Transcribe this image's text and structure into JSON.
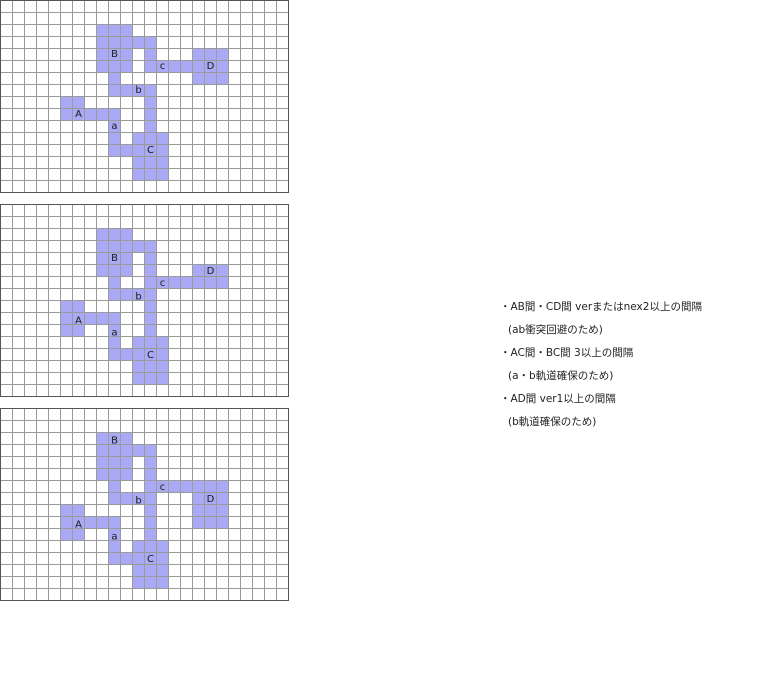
{
  "diagrams": [
    {
      "rooms": [
        {
          "label": "A",
          "cells": [
            [
              5,
              8
            ],
            [
              6,
              8
            ],
            [
              5,
              9
            ],
            [
              6,
              9
            ]
          ]
        },
        {
          "label": "B",
          "cells": [
            [
              8,
              2
            ],
            [
              9,
              2
            ],
            [
              10,
              2
            ],
            [
              8,
              3
            ],
            [
              9,
              3
            ],
            [
              10,
              3
            ],
            [
              8,
              4
            ],
            [
              9,
              4
            ],
            [
              10,
              4
            ],
            [
              8,
              5
            ],
            [
              9,
              5
            ],
            [
              10,
              5
            ]
          ]
        },
        {
          "label": "C",
          "cells": [
            [
              11,
              11
            ],
            [
              12,
              11
            ],
            [
              13,
              11
            ],
            [
              11,
              12
            ],
            [
              12,
              12
            ],
            [
              13,
              12
            ],
            [
              11,
              13
            ],
            [
              12,
              13
            ],
            [
              13,
              13
            ],
            [
              11,
              14
            ],
            [
              12,
              14
            ],
            [
              13,
              14
            ]
          ]
        },
        {
          "label": "D",
          "cells": [
            [
              16,
              4
            ],
            [
              17,
              4
            ],
            [
              18,
              4
            ],
            [
              16,
              5
            ],
            [
              17,
              5
            ],
            [
              18,
              5
            ],
            [
              16,
              6
            ],
            [
              17,
              6
            ],
            [
              18,
              6
            ]
          ]
        }
      ],
      "corridors": [
        {
          "label": "a",
          "cells": [
            [
              7,
              9
            ],
            [
              8,
              9
            ],
            [
              9,
              9
            ],
            [
              9,
              10
            ],
            [
              9,
              11
            ],
            [
              9,
              12
            ],
            [
              10,
              12
            ]
          ]
        },
        {
          "label": "b",
          "cells": [
            [
              9,
              6
            ],
            [
              9,
              7
            ],
            [
              10,
              7
            ],
            [
              11,
              7
            ],
            [
              12,
              7
            ],
            [
              12,
              8
            ],
            [
              12,
              9
            ],
            [
              12,
              10
            ]
          ]
        },
        {
          "label": "c",
          "cells": [
            [
              11,
              3
            ],
            [
              12,
              3
            ],
            [
              12,
              4
            ],
            [
              12,
              5
            ],
            [
              13,
              5
            ],
            [
              14,
              5
            ],
            [
              15,
              5
            ]
          ]
        }
      ],
      "labels": [
        {
          "text": "A",
          "x": 6.5,
          "y": 9.5
        },
        {
          "text": "B",
          "x": 9.5,
          "y": 4.5
        },
        {
          "text": "C",
          "x": 12.5,
          "y": 12.5
        },
        {
          "text": "D",
          "x": 17.5,
          "y": 5.5
        },
        {
          "text": "a",
          "x": 9.5,
          "y": 10.5
        },
        {
          "text": "b",
          "x": 11.5,
          "y": 7.5
        },
        {
          "text": "c",
          "x": 13.5,
          "y": 5.5
        }
      ]
    },
    {
      "rooms": [
        {
          "label": "A",
          "cells": [
            [
              5,
              8
            ],
            [
              6,
              8
            ],
            [
              5,
              9
            ],
            [
              6,
              9
            ],
            [
              5,
              10
            ],
            [
              6,
              10
            ]
          ]
        },
        {
          "label": "B",
          "cells": [
            [
              8,
              2
            ],
            [
              9,
              2
            ],
            [
              10,
              2
            ],
            [
              8,
              3
            ],
            [
              9,
              3
            ],
            [
              10,
              3
            ],
            [
              8,
              4
            ],
            [
              9,
              4
            ],
            [
              10,
              4
            ],
            [
              8,
              5
            ],
            [
              9,
              5
            ],
            [
              10,
              5
            ]
          ]
        },
        {
          "label": "C",
          "cells": [
            [
              11,
              11
            ],
            [
              12,
              11
            ],
            [
              13,
              11
            ],
            [
              11,
              12
            ],
            [
              12,
              12
            ],
            [
              13,
              12
            ],
            [
              11,
              13
            ],
            [
              12,
              13
            ],
            [
              13,
              13
            ],
            [
              11,
              14
            ],
            [
              12,
              14
            ],
            [
              13,
              14
            ]
          ]
        },
        {
          "label": "D",
          "cells": [
            [
              16,
              5
            ],
            [
              17,
              5
            ],
            [
              18,
              5
            ],
            [
              16,
              6
            ],
            [
              17,
              6
            ],
            [
              18,
              6
            ]
          ]
        }
      ],
      "corridors": [
        {
          "label": "a",
          "cells": [
            [
              7,
              9
            ],
            [
              8,
              9
            ],
            [
              9,
              9
            ],
            [
              9,
              10
            ],
            [
              9,
              11
            ],
            [
              9,
              12
            ],
            [
              10,
              12
            ]
          ]
        },
        {
          "label": "b",
          "cells": [
            [
              9,
              6
            ],
            [
              9,
              7
            ],
            [
              10,
              7
            ],
            [
              11,
              7
            ],
            [
              12,
              7
            ],
            [
              12,
              8
            ],
            [
              12,
              9
            ],
            [
              12,
              10
            ]
          ]
        },
        {
          "label": "c",
          "cells": [
            [
              11,
              3
            ],
            [
              12,
              3
            ],
            [
              12,
              4
            ],
            [
              12,
              5
            ],
            [
              12,
              6
            ],
            [
              13,
              6
            ],
            [
              14,
              6
            ],
            [
              15,
              6
            ]
          ]
        }
      ],
      "labels": [
        {
          "text": "A",
          "x": 6.5,
          "y": 9.7
        },
        {
          "text": "B",
          "x": 9.5,
          "y": 4.5
        },
        {
          "text": "C",
          "x": 12.5,
          "y": 12.6
        },
        {
          "text": "D",
          "x": 17.5,
          "y": 5.6
        },
        {
          "text": "a",
          "x": 9.5,
          "y": 10.7
        },
        {
          "text": "b",
          "x": 11.5,
          "y": 7.7
        },
        {
          "text": "c",
          "x": 13.5,
          "y": 6.6
        }
      ]
    },
    {
      "rooms": [
        {
          "label": "A",
          "cells": [
            [
              5,
              8
            ],
            [
              6,
              8
            ],
            [
              5,
              9
            ],
            [
              6,
              9
            ],
            [
              5,
              10
            ],
            [
              6,
              10
            ]
          ]
        },
        {
          "label": "B",
          "cells": [
            [
              8,
              2
            ],
            [
              9,
              2
            ],
            [
              10,
              2
            ],
            [
              8,
              3
            ],
            [
              9,
              3
            ],
            [
              10,
              3
            ],
            [
              8,
              4
            ],
            [
              9,
              4
            ],
            [
              10,
              4
            ],
            [
              8,
              5
            ],
            [
              9,
              5
            ],
            [
              10,
              5
            ]
          ]
        },
        {
          "label": "C",
          "cells": [
            [
              11,
              11
            ],
            [
              12,
              11
            ],
            [
              13,
              11
            ],
            [
              11,
              12
            ],
            [
              12,
              12
            ],
            [
              13,
              12
            ],
            [
              11,
              13
            ],
            [
              12,
              13
            ],
            [
              13,
              13
            ],
            [
              11,
              14
            ],
            [
              12,
              14
            ],
            [
              13,
              14
            ]
          ]
        },
        {
          "label": "D",
          "cells": [
            [
              16,
              6
            ],
            [
              17,
              6
            ],
            [
              18,
              6
            ],
            [
              16,
              7
            ],
            [
              17,
              7
            ],
            [
              18,
              7
            ],
            [
              16,
              8
            ],
            [
              17,
              8
            ],
            [
              18,
              8
            ],
            [
              16,
              9
            ],
            [
              17,
              9
            ],
            [
              18,
              9
            ]
          ]
        }
      ],
      "corridors": [
        {
          "label": "a",
          "cells": [
            [
              7,
              9
            ],
            [
              8,
              9
            ],
            [
              9,
              9
            ],
            [
              9,
              10
            ],
            [
              9,
              11
            ],
            [
              9,
              12
            ],
            [
              10,
              12
            ]
          ]
        },
        {
          "label": "b",
          "cells": [
            [
              9,
              6
            ],
            [
              9,
              7
            ],
            [
              10,
              7
            ],
            [
              11,
              7
            ],
            [
              12,
              7
            ],
            [
              12,
              8
            ],
            [
              12,
              9
            ],
            [
              12,
              10
            ]
          ]
        },
        {
          "label": "c",
          "cells": [
            [
              11,
              3
            ],
            [
              12,
              3
            ],
            [
              12,
              4
            ],
            [
              12,
              5
            ],
            [
              12,
              6
            ],
            [
              13,
              6
            ],
            [
              14,
              6
            ],
            [
              15,
              6
            ]
          ]
        }
      ],
      "labels": [
        {
          "text": "A",
          "x": 6.5,
          "y": 9.7
        },
        {
          "text": "B",
          "x": 9.5,
          "y": 2.7
        },
        {
          "text": "C",
          "x": 12.5,
          "y": 12.6
        },
        {
          "text": "D",
          "x": 17.5,
          "y": 7.6
        },
        {
          "text": "a",
          "x": 9.5,
          "y": 10.7
        },
        {
          "text": "b",
          "x": 11.5,
          "y": 7.7
        },
        {
          "text": "c",
          "x": 13.5,
          "y": 6.6
        }
      ]
    }
  ],
  "notes": [
    {
      "text": "・AB間・CD間 verまたはnex2以上の間隔",
      "sub": false
    },
    {
      "text": "(ab衝突回避のため)",
      "sub": true
    },
    {
      "text": "・AC間・BC間 3以上の間隔",
      "sub": false
    },
    {
      "text": "(a・b軌道確保のため)",
      "sub": true
    },
    {
      "text": "・AD間 ver1以上の間隔",
      "sub": false
    },
    {
      "text": "(b軌道確保のため)",
      "sub": true
    }
  ],
  "colors": {
    "fill": "#a9a9f5",
    "grid_line": "#9a9a9a",
    "grid_border": "#555555",
    "label_text": "#1a1a1a"
  }
}
